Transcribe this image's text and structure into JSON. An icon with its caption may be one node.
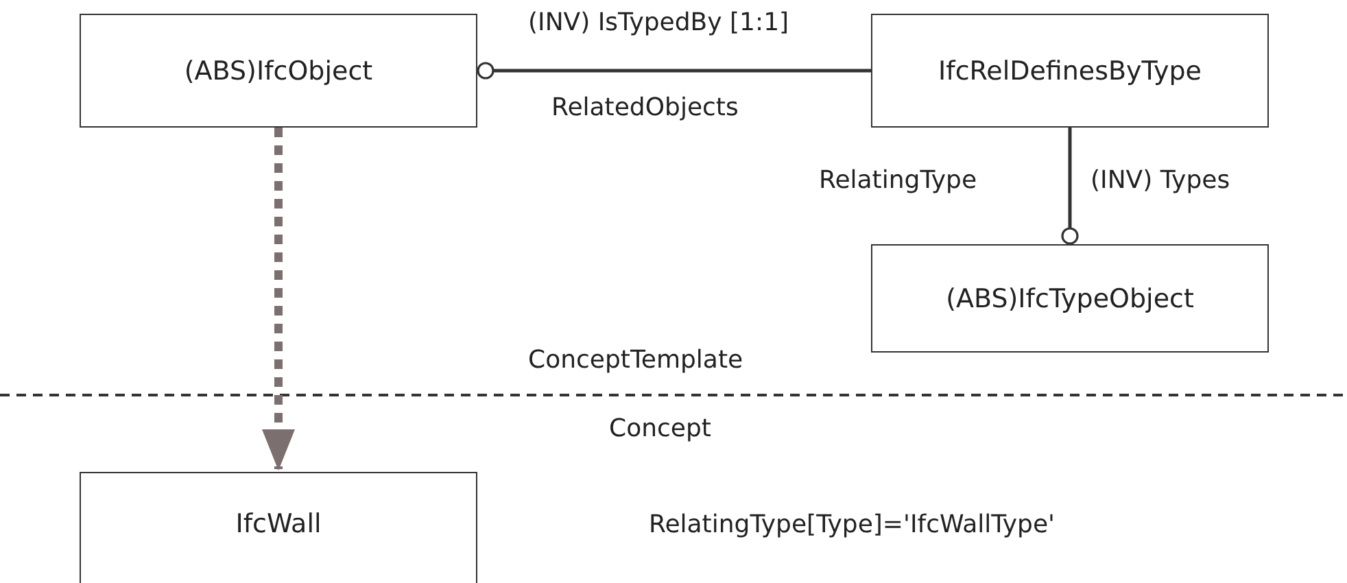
{
  "diagram": {
    "nodes": [
      {
        "text": [
          "(ABS)IfcObject"
        ]
      },
      {
        "text": [
          "IfcRelDefinesByType"
        ]
      },
      {
        "text": [
          "(ABS)IfcTypeObject"
        ]
      },
      {
        "text": [
          "IfcWall"
        ]
      }
    ],
    "edges": [
      {
        "from": 1,
        "to": 0,
        "arrow": "other",
        "label": "(INV) IsTypedBy [1:1]"
      },
      {
        "from": 1,
        "to": 2,
        "arrow": "other",
        "label": "(INV) Types"
      },
      {
        "from": 0,
        "to": 3,
        "arrow": "to",
        "style": "dashed",
        "color": "#7b6f6f"
      }
    ],
    "labels": [
      "RelatedObjects",
      "RelatingType",
      "ConceptTemplate",
      "Concept",
      "RelatingType[Type]='IfcWallType'"
    ]
  }
}
